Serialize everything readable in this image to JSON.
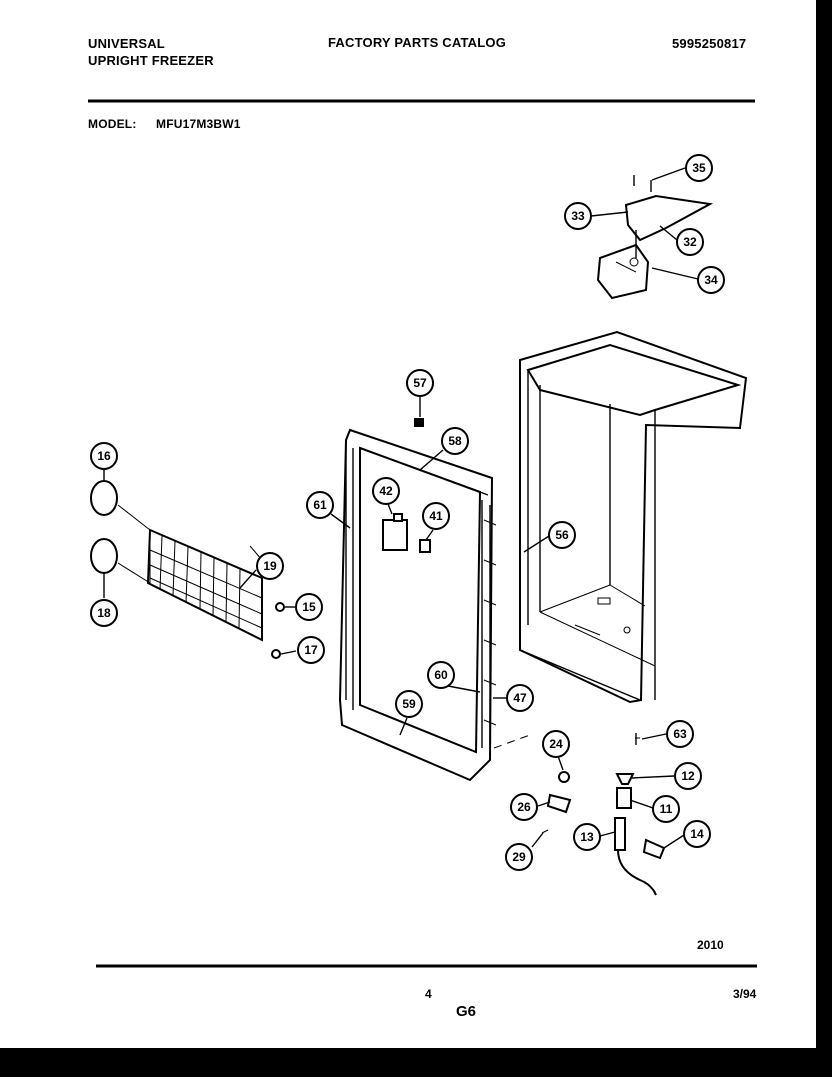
{
  "header": {
    "brand": "UNIVERSAL",
    "product": "UPRIGHT FREEZER",
    "catalog_title": "FACTORY PARTS CATALOG",
    "catalog_number": "5995250817",
    "model_label": "MODEL:",
    "model_number": "MFU17M3BW1"
  },
  "footer": {
    "diagram_code": "2010",
    "page_number": "4",
    "date": "3/94",
    "section": "G6"
  },
  "callouts": [
    "35",
    "33",
    "32",
    "34",
    "57",
    "58",
    "16",
    "42",
    "41",
    "61",
    "56",
    "18",
    "19",
    "15",
    "17",
    "60",
    "47",
    "59",
    "63",
    "24",
    "12",
    "26",
    "11",
    "13",
    "14",
    "29"
  ]
}
